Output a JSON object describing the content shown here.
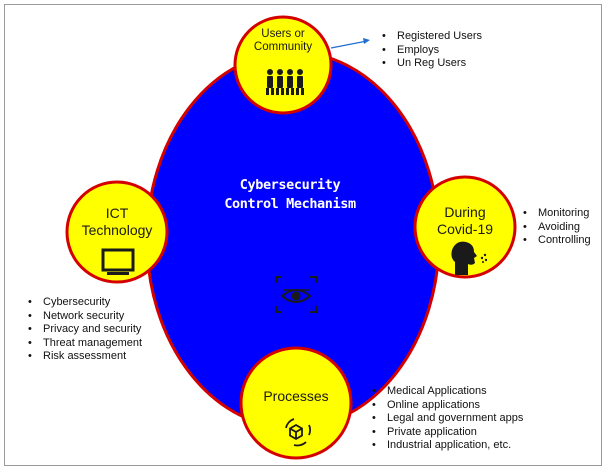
{
  "center": {
    "title_line1": "Cybersecurity",
    "title_line2": "Control Mechanism",
    "icon": "security-eye-icon"
  },
  "nodes": {
    "users": {
      "label_line1": "Users or",
      "label_line2": "Community",
      "icon": "people-group-icon",
      "items": [
        "Registered Users",
        "Employs",
        "Un Reg Users"
      ]
    },
    "ict": {
      "label_line1": "ICT",
      "label_line2": "Technology",
      "icon": "monitor-icon",
      "items": [
        "Cybersecurity",
        "Network security",
        "Privacy and security",
        "Threat management",
        "Risk assessment"
      ]
    },
    "covid": {
      "label_line1": "During",
      "label_line2": "Covid-19",
      "icon": "person-cough-icon",
      "items": [
        "Monitoring",
        "Avoiding",
        "Controlling"
      ]
    },
    "processes": {
      "label": "Processes",
      "icon": "recycle-cube-icon",
      "items": [
        "Medical Applications",
        "Online applications",
        "Legal and government apps",
        "Private application",
        "Industrial application, etc."
      ]
    }
  },
  "colors": {
    "center_fill": "#0000ff",
    "center_stroke": "#d40000",
    "node_fill": "#ffff00",
    "node_stroke": "#d40000",
    "arrow": "#1f6fd1"
  }
}
